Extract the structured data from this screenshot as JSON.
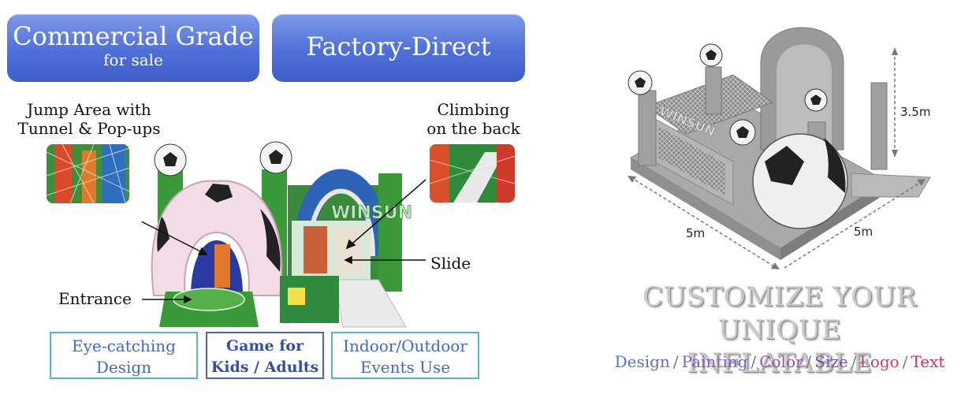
{
  "banners": {
    "commercial_main": "Commercial Grade",
    "commercial_sub": "for sale",
    "factory": "Factory-Direct"
  },
  "callouts": {
    "jump_line1": "Jump Area with",
    "jump_line2": "Tunnel & Pop-ups",
    "climb_line1": "Climbing",
    "climb_line2": "on the back",
    "slide": "Slide",
    "entrance": "Entrance"
  },
  "product": {
    "brand_mark": "WINSUN"
  },
  "features": {
    "f1_line1": "Eye-catching",
    "f1_line2": "Design",
    "f2_line1": "Game for",
    "f2_line2": "Kids / Adults",
    "f3_line1": "Indoor/Outdoor",
    "f3_line2": "Events Use"
  },
  "model": {
    "brand_mark": "WINSUN",
    "height": "3.5m",
    "width_left": "5m",
    "width_right": "5m"
  },
  "customize": {
    "title_line1": "CUSTOMIZE YOUR UNIQUE",
    "title_line2": "INFLATABLE",
    "opt_design": "Design",
    "opt_painting": "Painting",
    "opt_color": "Color",
    "opt_size": "Size",
    "opt_logo": "Logo",
    "opt_text": "Text",
    "separator": "/"
  },
  "colors": {
    "banner_blue": "#4f6fd8",
    "feature_border": "#5ab4c4",
    "design_color": "#5b6fc0",
    "painting_color": "#7d5fc0",
    "color_color": "#9a4fb8",
    "size_color": "#7a4fb0",
    "logo_color": "#c04070",
    "text_color": "#d03050"
  }
}
